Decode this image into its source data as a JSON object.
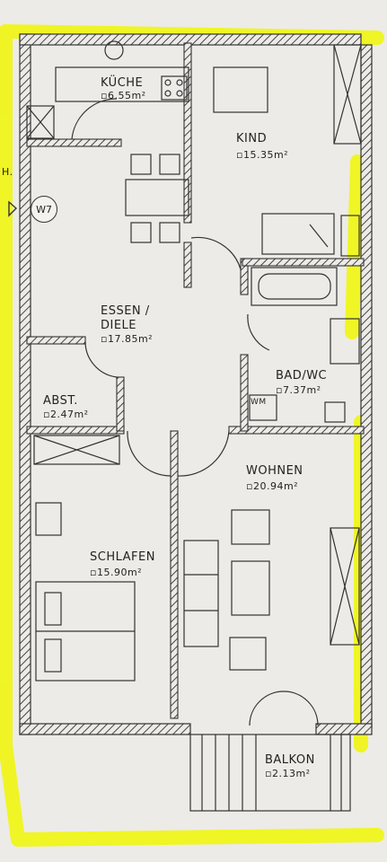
{
  "plan": {
    "colors": {
      "paper": "#ecebe7",
      "wall": "#3a3a3a",
      "highlight": "#f1f60f",
      "ink": "#222222"
    },
    "rooms": [
      {
        "id": "kueche",
        "name": "KÜCHE",
        "area": "6.55m²"
      },
      {
        "id": "kind",
        "name": "KIND",
        "area": "15.35m²"
      },
      {
        "id": "essen",
        "name": "ESSEN /",
        "name2": "DIELE",
        "area": "17.85m²"
      },
      {
        "id": "bad",
        "name": "BAD/WC",
        "area": "7.37m²"
      },
      {
        "id": "abst",
        "name": "ABST.",
        "area": "2.47m²"
      },
      {
        "id": "wohnen",
        "name": "WOHNEN",
        "area": "20.94m²"
      },
      {
        "id": "schlafen",
        "name": "SCHLAFEN",
        "area": "15.90m²"
      },
      {
        "id": "balkon",
        "name": "BALKON",
        "area": "2.13m²"
      }
    ],
    "markers": {
      "window_tag": "W7",
      "wm": "WM",
      "edge_h": "H."
    }
  }
}
